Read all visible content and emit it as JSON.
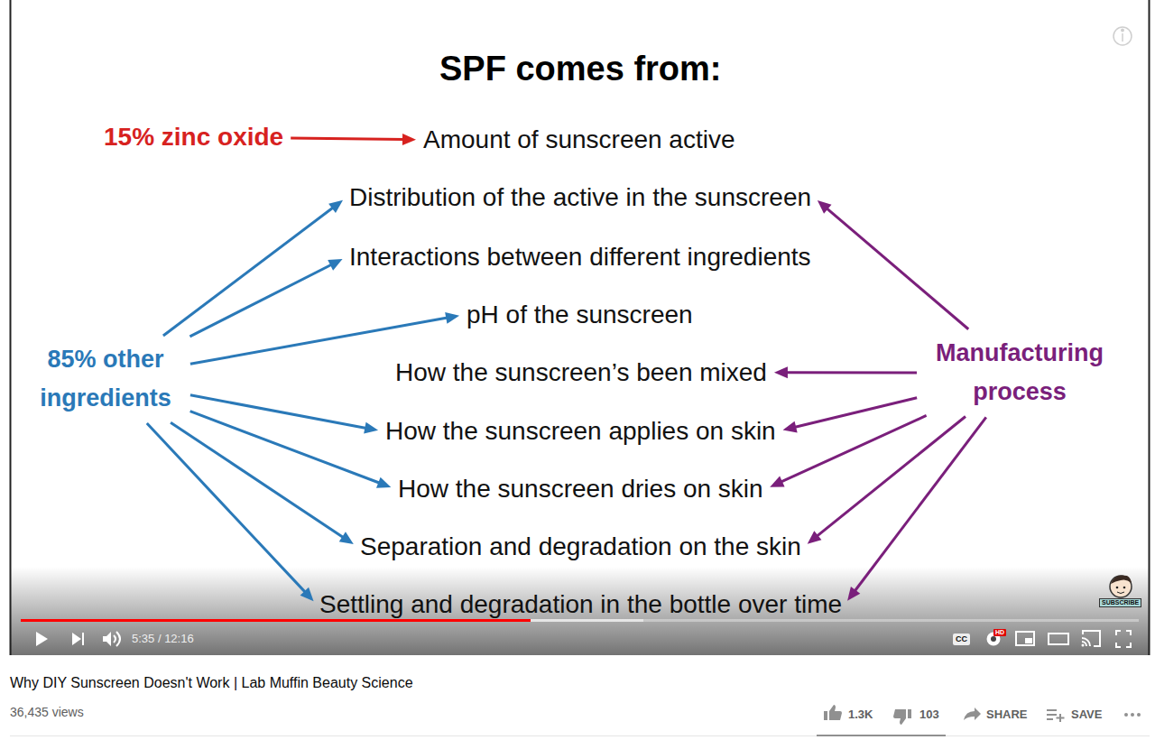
{
  "diagram": {
    "title": "SPF comes from:",
    "nodes": [
      {
        "text": [
          "15% zinc oxide"
        ]
      },
      {
        "text": [
          "Amount of sunscreen active"
        ]
      },
      {
        "text": [
          "Distribution of the active in the sunscreen"
        ]
      },
      {
        "text": [
          "Interactions between different ingredients"
        ]
      },
      {
        "text": [
          "pH of the sunscreen"
        ]
      },
      {
        "text": [
          "How the sunscreen’s been mixed"
        ]
      },
      {
        "text": [
          "How the sunscreen applies on skin"
        ]
      },
      {
        "text": [
          "How the sunscreen dries on skin"
        ]
      },
      {
        "text": [
          "Separation and degradation on the skin"
        ]
      },
      {
        "text": [
          "Settling and degradation in the bottle over time"
        ]
      },
      {
        "text": [
          "85% other ingredients"
        ]
      },
      {
        "text": [
          "Manufacturing process"
        ]
      }
    ],
    "edges": [
      {
        "from": 0,
        "to": 1,
        "arrow": "to"
      },
      {
        "from": 10,
        "to": 2,
        "arrow": "to"
      },
      {
        "from": 10,
        "to": 3,
        "arrow": "to"
      },
      {
        "from": 10,
        "to": 4,
        "arrow": "to"
      },
      {
        "from": 10,
        "to": 6,
        "arrow": "to"
      },
      {
        "from": 10,
        "to": 7,
        "arrow": "to"
      },
      {
        "from": 10,
        "to": 8,
        "arrow": "to"
      },
      {
        "from": 10,
        "to": 9,
        "arrow": "to"
      },
      {
        "from": 11,
        "to": 2,
        "arrow": "to"
      },
      {
        "from": 11,
        "to": 5,
        "arrow": "to"
      },
      {
        "from": 11,
        "to": 6,
        "arrow": "to"
      },
      {
        "from": 11,
        "to": 7,
        "arrow": "to"
      },
      {
        "from": 11,
        "to": 8,
        "arrow": "to"
      },
      {
        "from": 11,
        "to": 9,
        "arrow": "to"
      }
    ],
    "labels": [
      "5:35 / 12:16",
      "CC",
      "HD",
      "SUBSCRIBE",
      "Why DIY Sunscreen Doesn't Work | Lab Muffin Beauty Science",
      "36,435 views",
      "1.3K",
      "103",
      "SHARE",
      "SAVE"
    ]
  }
}
